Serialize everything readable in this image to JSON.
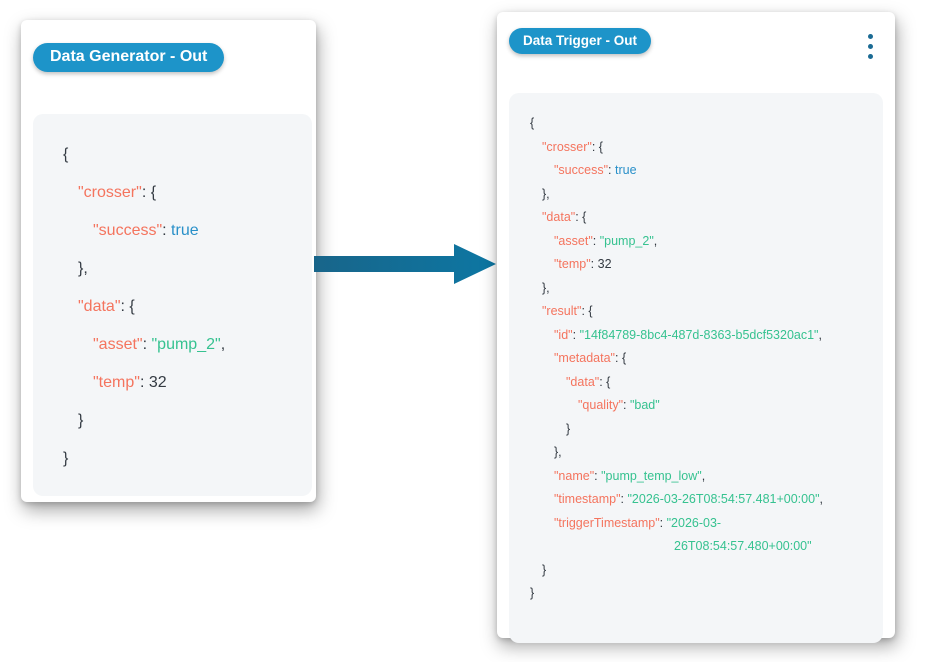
{
  "colors": {
    "badge_bg": "#1d94c9",
    "badge_text": "#ffffff",
    "json_box_bg": "#f4f6f8",
    "key": "#f4745e",
    "string": "#36c290",
    "bool": "#2990c9",
    "punct": "#333a42",
    "number": "#333a42",
    "kebab": "#1b6b94",
    "arrow_start": "#18658a",
    "arrow_end": "#0d77a3"
  },
  "left_panel": {
    "badge_label": "Data Generator - Out",
    "json_lines": [
      {
        "ind": 0,
        "seg": [
          [
            "punct",
            "{"
          ]
        ]
      },
      {
        "ind": 1,
        "seg": [
          [
            "key",
            "\"crosser\""
          ],
          [
            "punct",
            ": {"
          ]
        ]
      },
      {
        "ind": 2,
        "seg": [
          [
            "key",
            "\"success\""
          ],
          [
            "punct",
            ": "
          ],
          [
            "bool",
            "true"
          ]
        ]
      },
      {
        "ind": 1,
        "seg": [
          [
            "punct",
            "},"
          ]
        ]
      },
      {
        "ind": 1,
        "seg": [
          [
            "key",
            "\"data\""
          ],
          [
            "punct",
            ": {"
          ]
        ]
      },
      {
        "ind": 2,
        "seg": [
          [
            "key",
            "\"asset\""
          ],
          [
            "punct",
            ": "
          ],
          [
            "str",
            "\"pump_2\""
          ],
          [
            "punct",
            ","
          ]
        ]
      },
      {
        "ind": 2,
        "seg": [
          [
            "key",
            "\"temp\""
          ],
          [
            "punct",
            ": "
          ],
          [
            "num",
            "32"
          ]
        ]
      },
      {
        "ind": 1,
        "seg": [
          [
            "punct",
            "}"
          ]
        ]
      },
      {
        "ind": 0,
        "seg": [
          [
            "punct",
            "}"
          ]
        ]
      }
    ]
  },
  "right_panel": {
    "badge_label": "Data Trigger - Out",
    "kebab_icon": "kebab-menu",
    "json_lines": [
      {
        "ind": 0,
        "seg": [
          [
            "punct",
            "{"
          ]
        ]
      },
      {
        "ind": 1,
        "seg": [
          [
            "key",
            "\"crosser\""
          ],
          [
            "punct",
            ": {"
          ]
        ]
      },
      {
        "ind": 2,
        "seg": [
          [
            "key",
            "\"success\""
          ],
          [
            "punct",
            ": "
          ],
          [
            "bool",
            "true"
          ]
        ]
      },
      {
        "ind": 1,
        "seg": [
          [
            "punct",
            "},"
          ]
        ]
      },
      {
        "ind": 1,
        "seg": [
          [
            "key",
            "\"data\""
          ],
          [
            "punct",
            ": {"
          ]
        ]
      },
      {
        "ind": 2,
        "seg": [
          [
            "key",
            "\"asset\""
          ],
          [
            "punct",
            ": "
          ],
          [
            "str",
            "\"pump_2\""
          ],
          [
            "punct",
            ","
          ]
        ]
      },
      {
        "ind": 2,
        "seg": [
          [
            "key",
            "\"temp\""
          ],
          [
            "punct",
            ": "
          ],
          [
            "num",
            "32"
          ]
        ]
      },
      {
        "ind": 1,
        "seg": [
          [
            "punct",
            "},"
          ]
        ]
      },
      {
        "ind": 1,
        "seg": [
          [
            "key",
            "\"result\""
          ],
          [
            "punct",
            ": {"
          ]
        ]
      },
      {
        "ind": 2,
        "seg": [
          [
            "key",
            "\"id\""
          ],
          [
            "punct",
            ": "
          ],
          [
            "str",
            "\"14f84789-8bc4-487d-8363-b5dcf5320ac1\""
          ],
          [
            "punct",
            ","
          ]
        ]
      },
      {
        "ind": 2,
        "seg": [
          [
            "key",
            "\"metadata\""
          ],
          [
            "punct",
            ": {"
          ]
        ]
      },
      {
        "ind": 3,
        "seg": [
          [
            "key",
            "\"data\""
          ],
          [
            "punct",
            ": {"
          ]
        ]
      },
      {
        "ind": 4,
        "seg": [
          [
            "key",
            "\"quality\""
          ],
          [
            "punct",
            ": "
          ],
          [
            "str",
            "\"bad\""
          ]
        ]
      },
      {
        "ind": 3,
        "seg": [
          [
            "punct",
            "}"
          ]
        ]
      },
      {
        "ind": 2,
        "seg": [
          [
            "punct",
            "},"
          ]
        ]
      },
      {
        "ind": 2,
        "seg": [
          [
            "key",
            "\"name\""
          ],
          [
            "punct",
            ": "
          ],
          [
            "str",
            "\"pump_temp_low\""
          ],
          [
            "punct",
            ","
          ]
        ]
      },
      {
        "ind": 2,
        "seg": [
          [
            "key",
            "\"timestamp\""
          ],
          [
            "punct",
            ": "
          ],
          [
            "str",
            "\"2026-03-26T08:54:57.481+00:00\""
          ],
          [
            "punct",
            ","
          ]
        ]
      },
      {
        "ind": 2,
        "seg": [
          [
            "key",
            "\"triggerTimestamp\""
          ],
          [
            "punct",
            ": "
          ],
          [
            "str",
            "\"2026-03-"
          ]
        ]
      },
      {
        "ind": 12,
        "seg": [
          [
            "str",
            "26T08:54:57.480+00:00\""
          ]
        ]
      },
      {
        "ind": 1,
        "seg": [
          [
            "punct",
            "}"
          ]
        ]
      },
      {
        "ind": 0,
        "seg": [
          [
            "punct",
            "}"
          ]
        ]
      }
    ]
  },
  "arrow_icon": "right-arrow"
}
